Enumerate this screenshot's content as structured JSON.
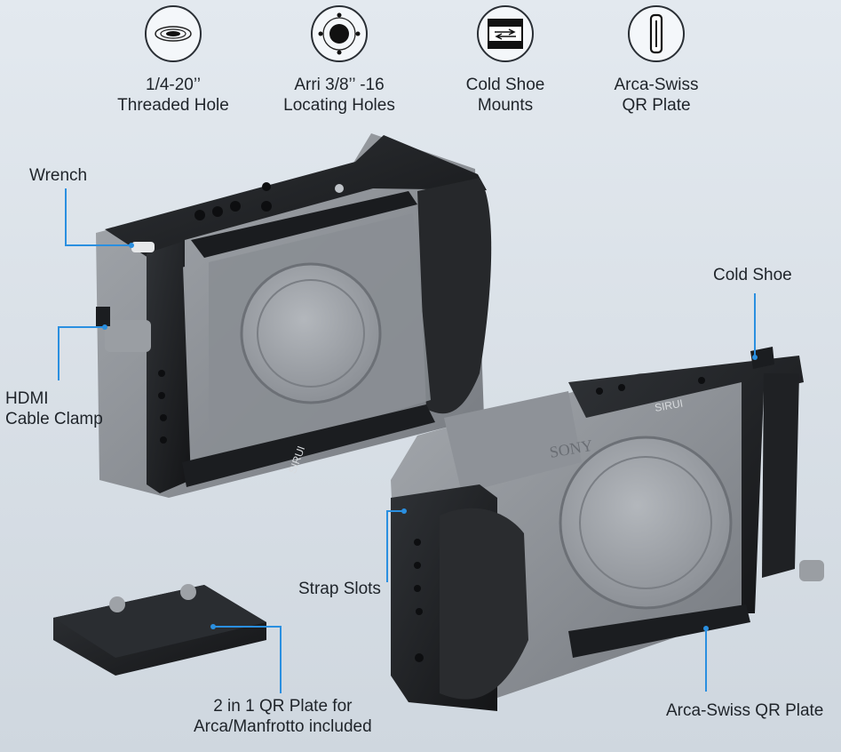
{
  "features": [
    {
      "icon": "threaded-hole-icon",
      "label": "1/4-20’’\nThreaded Hole"
    },
    {
      "icon": "locating-holes-icon",
      "label": "Arri 3/8’’ -16\nLocating Holes"
    },
    {
      "icon": "cold-shoe-mounts-icon",
      "label": "Cold Shoe\nMounts"
    },
    {
      "icon": "arca-swiss-plate-icon",
      "label": "Arca-Swiss\nQR Plate"
    }
  ],
  "callouts": {
    "wrench": "Wrench",
    "hdmi": "HDMI\nCable Clamp",
    "cold_shoe": "Cold Shoe",
    "strap_slots": "Strap Slots",
    "qr_plate": "2 in 1 QR Plate for\nArca/Manfrotto included",
    "arca_plate": "Arca-Swiss QR Plate"
  },
  "brand_marks": {
    "cage": "SIRUI",
    "camera": "SONY"
  },
  "colors": {
    "callout_line": "#2a8fe0",
    "cage_metal": "#1b1d20",
    "camera_body": "#8c9096",
    "grip": "#2a2c2f"
  }
}
